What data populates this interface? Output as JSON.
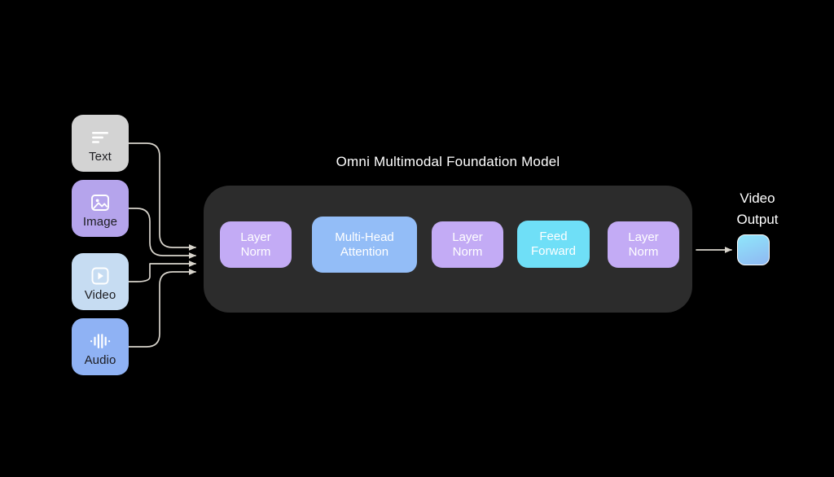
{
  "diagram": {
    "title": "Omni Multimodal Foundation Model",
    "background_color": "#000000",
    "container_color": "#2c2c2c",
    "connector_color": "#d8d4cc"
  },
  "inputs": [
    {
      "label": "Text",
      "icon": "text-lines-icon",
      "color": "#d3d3d3"
    },
    {
      "label": "Image",
      "icon": "picture-icon",
      "color": "#b5a4ec"
    },
    {
      "label": "Video",
      "icon": "play-square-icon",
      "color": "#c6dcf2"
    },
    {
      "label": "Audio",
      "icon": "waveform-icon",
      "color": "#8fb2f4"
    }
  ],
  "blocks": [
    {
      "line1": "Layer",
      "line2": "Norm",
      "color": "#c3abf5"
    },
    {
      "line1": "Multi-Head",
      "line2": "Attention",
      "color": "#93bdf7"
    },
    {
      "line1": "Layer",
      "line2": "Norm",
      "color": "#c3abf5"
    },
    {
      "line1": "Feed",
      "line2": "Forward",
      "color": "#6fdff7"
    },
    {
      "line1": "Layer",
      "line2": "Norm",
      "color": "#c3abf5"
    }
  ],
  "output": {
    "line1": "Video",
    "line2": "Output",
    "swatch_gradient_from": "#8fe6fb",
    "swatch_gradient_to": "#8fb8f2"
  }
}
